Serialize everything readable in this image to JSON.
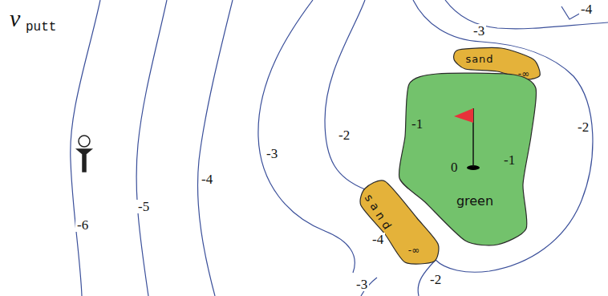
{
  "diagram": {
    "nodes": [
      {
        "text": [
          "sand",
          "-∞"
        ]
      },
      {
        "text": [
          "green"
        ]
      },
      {
        "text": [
          "sand",
          "-∞"
        ]
      }
    ],
    "labels": [
      "v",
      "putt",
      "-6",
      "-5",
      "-4",
      "-3",
      "-2",
      "-1",
      "0",
      "-1",
      "-2",
      "-3",
      "-4",
      "-4",
      "-3",
      "-2"
    ]
  }
}
